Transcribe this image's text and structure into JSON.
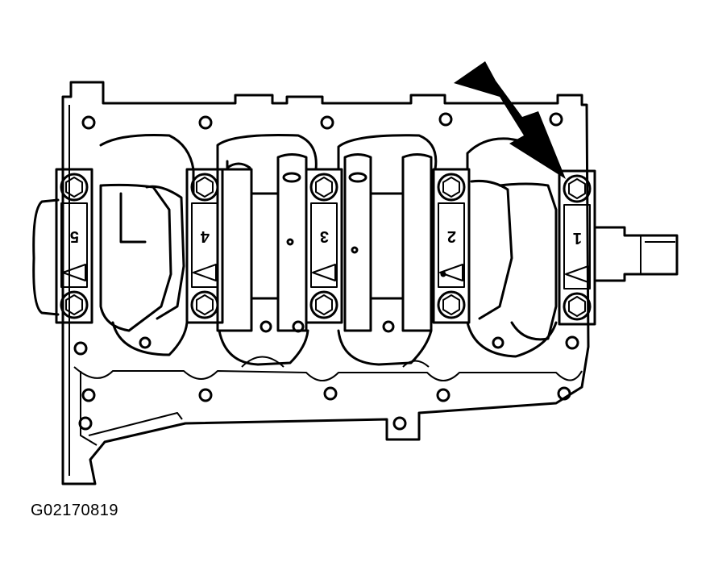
{
  "figure": {
    "code": "G02170819"
  },
  "bearing_caps": [
    {
      "number": "5"
    },
    {
      "number": "4"
    },
    {
      "number": "3"
    },
    {
      "number": "2"
    },
    {
      "number": "1"
    }
  ],
  "indicator": {
    "icon": "arrow-icon",
    "points_to_cap": "1"
  },
  "colors": {
    "ink": "#000000",
    "paper": "#ffffff"
  }
}
